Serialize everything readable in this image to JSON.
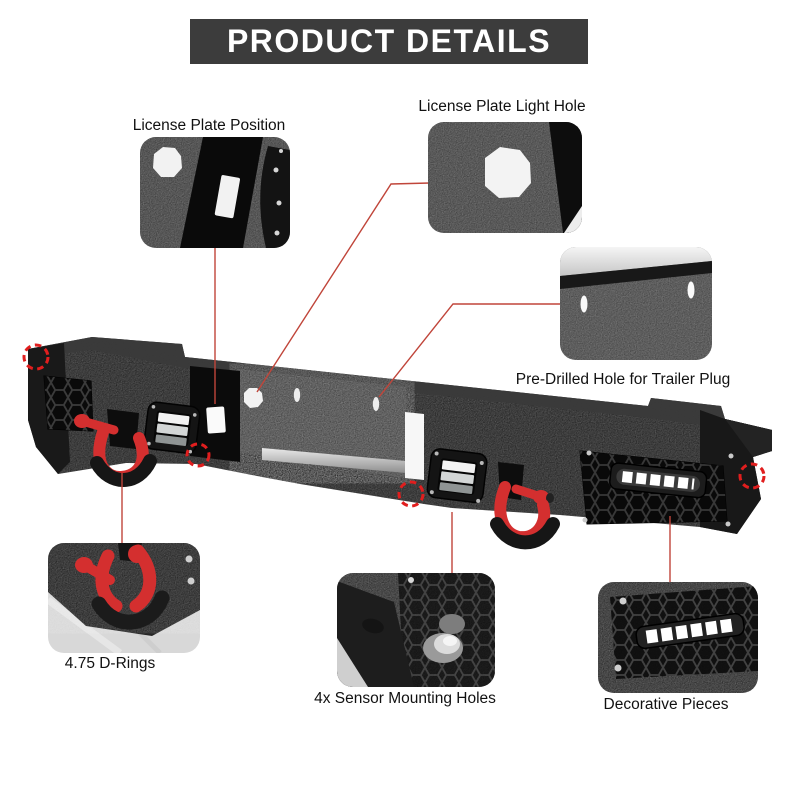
{
  "header": {
    "title": "PRODUCT DETAILS"
  },
  "callouts": {
    "license_plate_position": {
      "label": "License Plate Position"
    },
    "license_plate_light_hole": {
      "label": "License Plate Light Hole"
    },
    "trailer_plug": {
      "label": "Pre-Drilled Hole for Trailer Plug"
    },
    "d_rings": {
      "label": "4.75 D-Rings"
    },
    "sensor_holes": {
      "label": "4x Sensor Mounting Holes"
    },
    "decorative": {
      "label": "Decorative Pieces"
    }
  },
  "colors": {
    "banner_bg": "#3c3c3c",
    "banner_text": "#ffffff",
    "callout_line": "#c0453a",
    "callout_circle": "#e11e1e",
    "shackle_red": "#d42f2f",
    "page_bg": "#ffffff",
    "label_text": "#111111"
  }
}
